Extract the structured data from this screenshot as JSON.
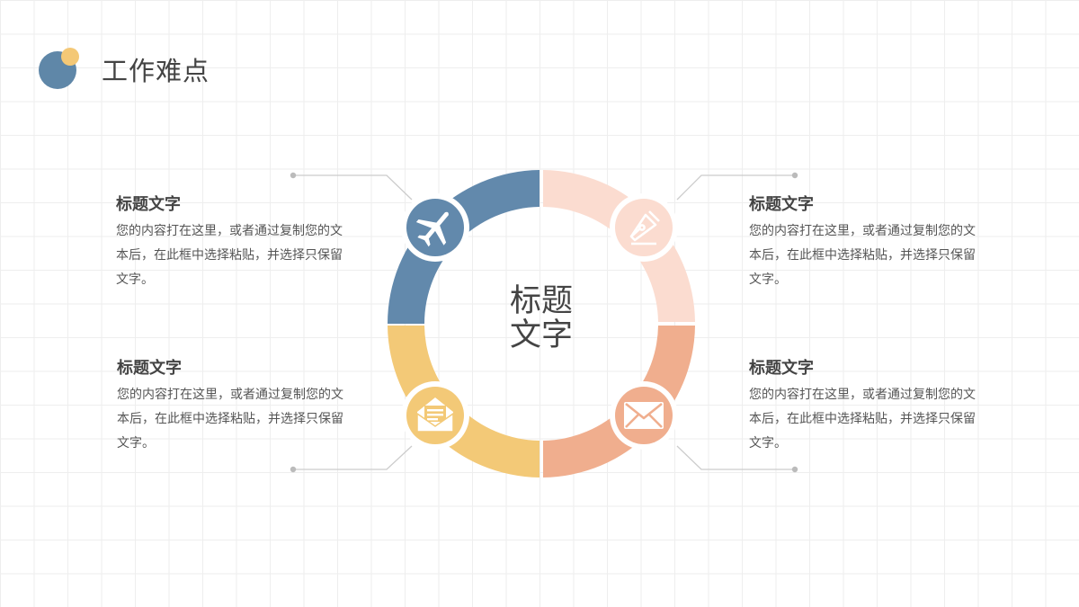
{
  "title": "工作难点",
  "center": {
    "line1": "标题",
    "line2": "文字"
  },
  "blocks": [
    {
      "title": "标题文字",
      "desc": "您的内容打在这里，或者通过复制您的文本后，在此框中选择粘贴，并选择只保留文字。"
    },
    {
      "title": "标题文字",
      "desc": "您的内容打在这里，或者通过复制您的文本后，在此框中选择粘贴，并选择只保留文字。"
    },
    {
      "title": "标题文字",
      "desc": "您的内容打在这里，或者通过复制您的文本后，在此框中选择粘贴，并选择只保留文字。"
    },
    {
      "title": "标题文字",
      "desc": "您的内容打在这里，或者通过复制您的文本后，在此框中选择粘贴，并选择只保留文字。"
    }
  ],
  "segments": [
    {
      "color": "#6289ac",
      "icon": "airplane-icon"
    },
    {
      "color": "#fbdcd0",
      "icon": "pen-nib-icon"
    },
    {
      "color": "#f0ae8e",
      "icon": "envelope-icon"
    },
    {
      "color": "#f3c977",
      "icon": "open-envelope-icon"
    }
  ],
  "colors": {
    "connector": "#cccccc",
    "grid": "#eeeeee"
  }
}
